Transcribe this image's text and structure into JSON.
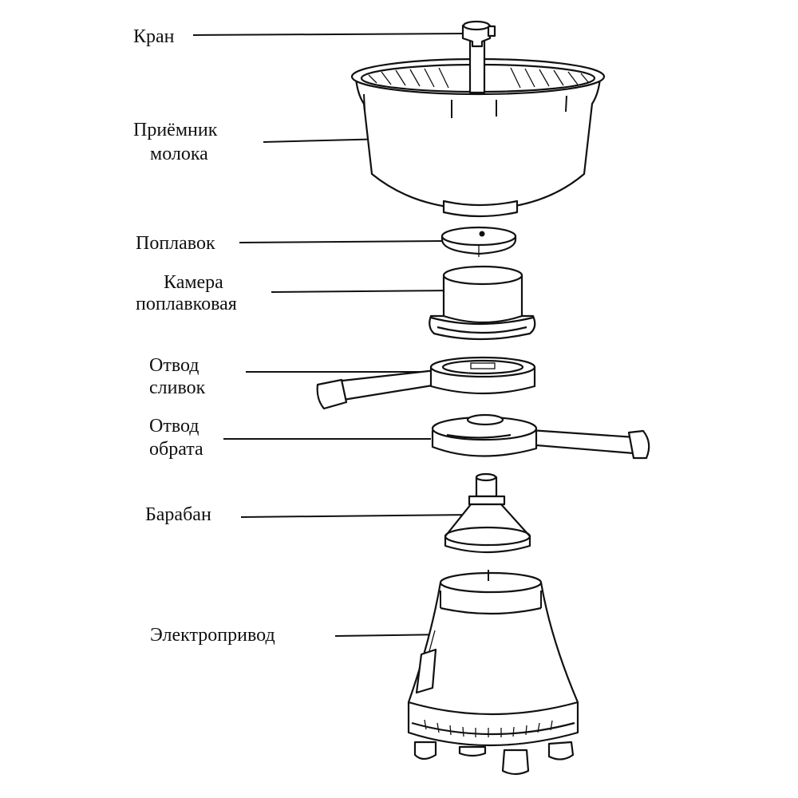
{
  "labels": {
    "tap": "Кран",
    "receiver_line1": "Приёмник",
    "receiver_line2": "молока",
    "float": "Поплавок",
    "chamber_line1": "Камера",
    "chamber_line2": "поплавковая",
    "cream_line1": "Отвод",
    "cream_line2": "сливок",
    "skim_line1": "Отвод",
    "skim_line2": "обрата",
    "drum": "Барабан",
    "drive": "Электропривод"
  }
}
